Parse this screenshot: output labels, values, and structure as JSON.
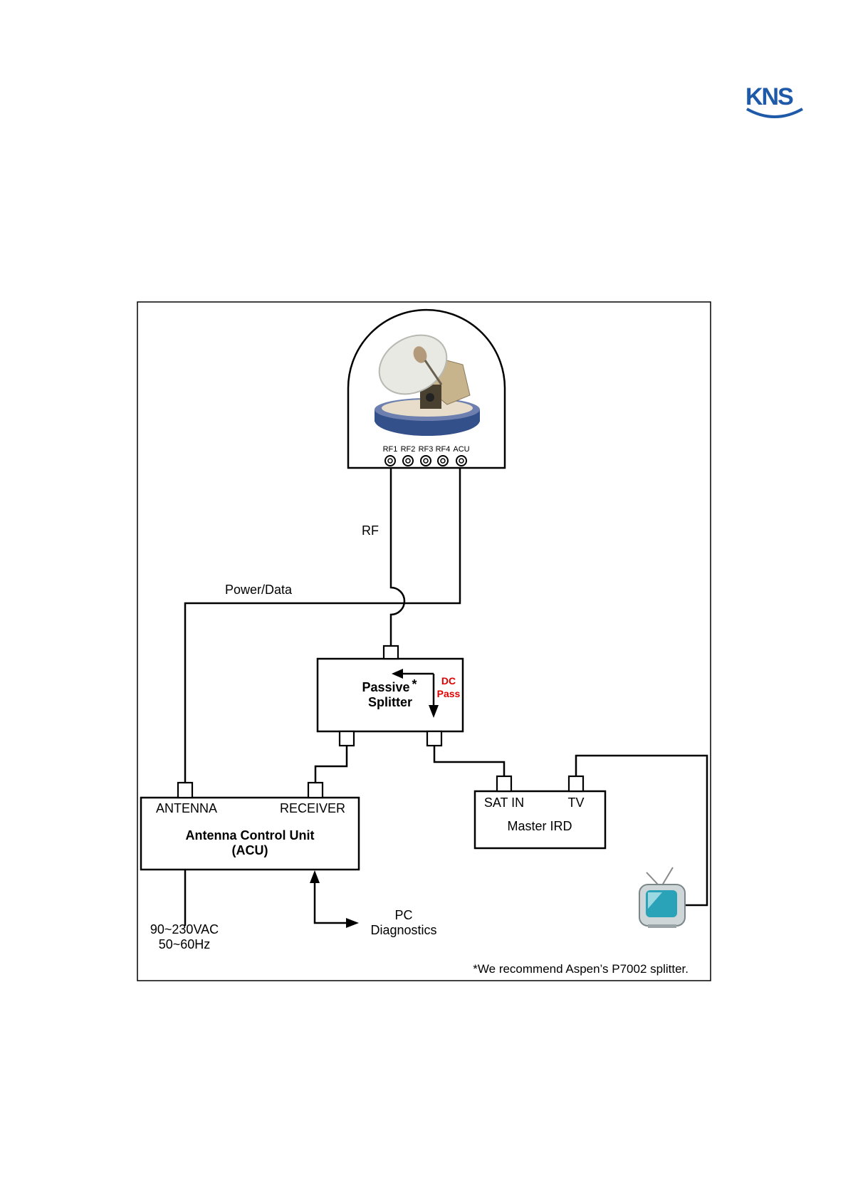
{
  "logo": {
    "text": "KNS"
  },
  "antenna": {
    "ports": [
      "RF1",
      "RF2",
      "RF3",
      "RF4",
      "ACU"
    ]
  },
  "cables": {
    "rf": "RF",
    "power_data": "Power/Data"
  },
  "splitter": {
    "title": "Passive",
    "asterisk": "*",
    "subtitle": "Splitter",
    "dc": "DC",
    "pass": "Pass"
  },
  "acu": {
    "antenna_port": "ANTENNA",
    "receiver_port": "RECEIVER",
    "title": "Antenna Control Unit",
    "subtitle": "(ACU)"
  },
  "ird": {
    "sat_in": "SAT IN",
    "tv": "TV",
    "title": "Master IRD"
  },
  "power": {
    "line1": "90~230VAC",
    "line2": "50~60Hz"
  },
  "pc": {
    "line1": "PC",
    "line2": "Diagnostics"
  },
  "note": "*We recommend Aspen’s P7002 splitter.",
  "colors": {
    "logo_blue": "#1f5aa8",
    "dc_pass": "#e00000",
    "dome_blue": "#34508a"
  }
}
